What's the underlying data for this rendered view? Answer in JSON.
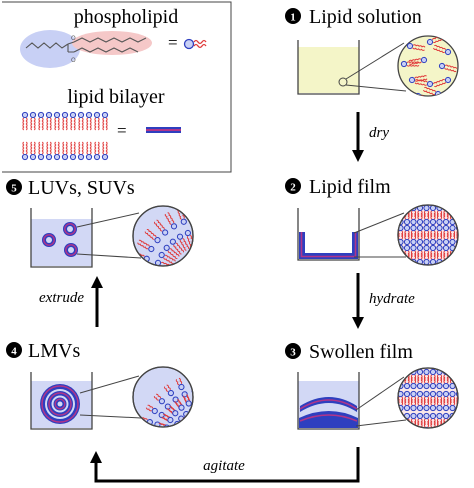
{
  "legend": {
    "phospholipid_label": "phospholipid",
    "bilayer_label": "lipid bilayer",
    "equals_1": "=",
    "equals_2": "="
  },
  "steps": [
    {
      "number": "1",
      "label": "Lipid solution"
    },
    {
      "number": "2",
      "label": "Lipid film"
    },
    {
      "number": "3",
      "label": "Swollen film"
    },
    {
      "number": "4",
      "label": "LMVs"
    },
    {
      "number": "5",
      "label": "LUVs, SUVs"
    }
  ],
  "arrows": {
    "dry": "dry",
    "hydrate": "hydrate",
    "agitate": "agitate",
    "extrude": "extrude"
  },
  "colors": {
    "head_fill": "#c8d0f5",
    "head_stroke": "#2e3fbf",
    "tail": "#e03a3a",
    "bilayer_core": "#b0358a",
    "solution_fill": "#f4f5c8",
    "water_fill": "#d2d8f5",
    "tail_glow": "#f5c8c8",
    "head_glow": "#c8d0f5"
  }
}
